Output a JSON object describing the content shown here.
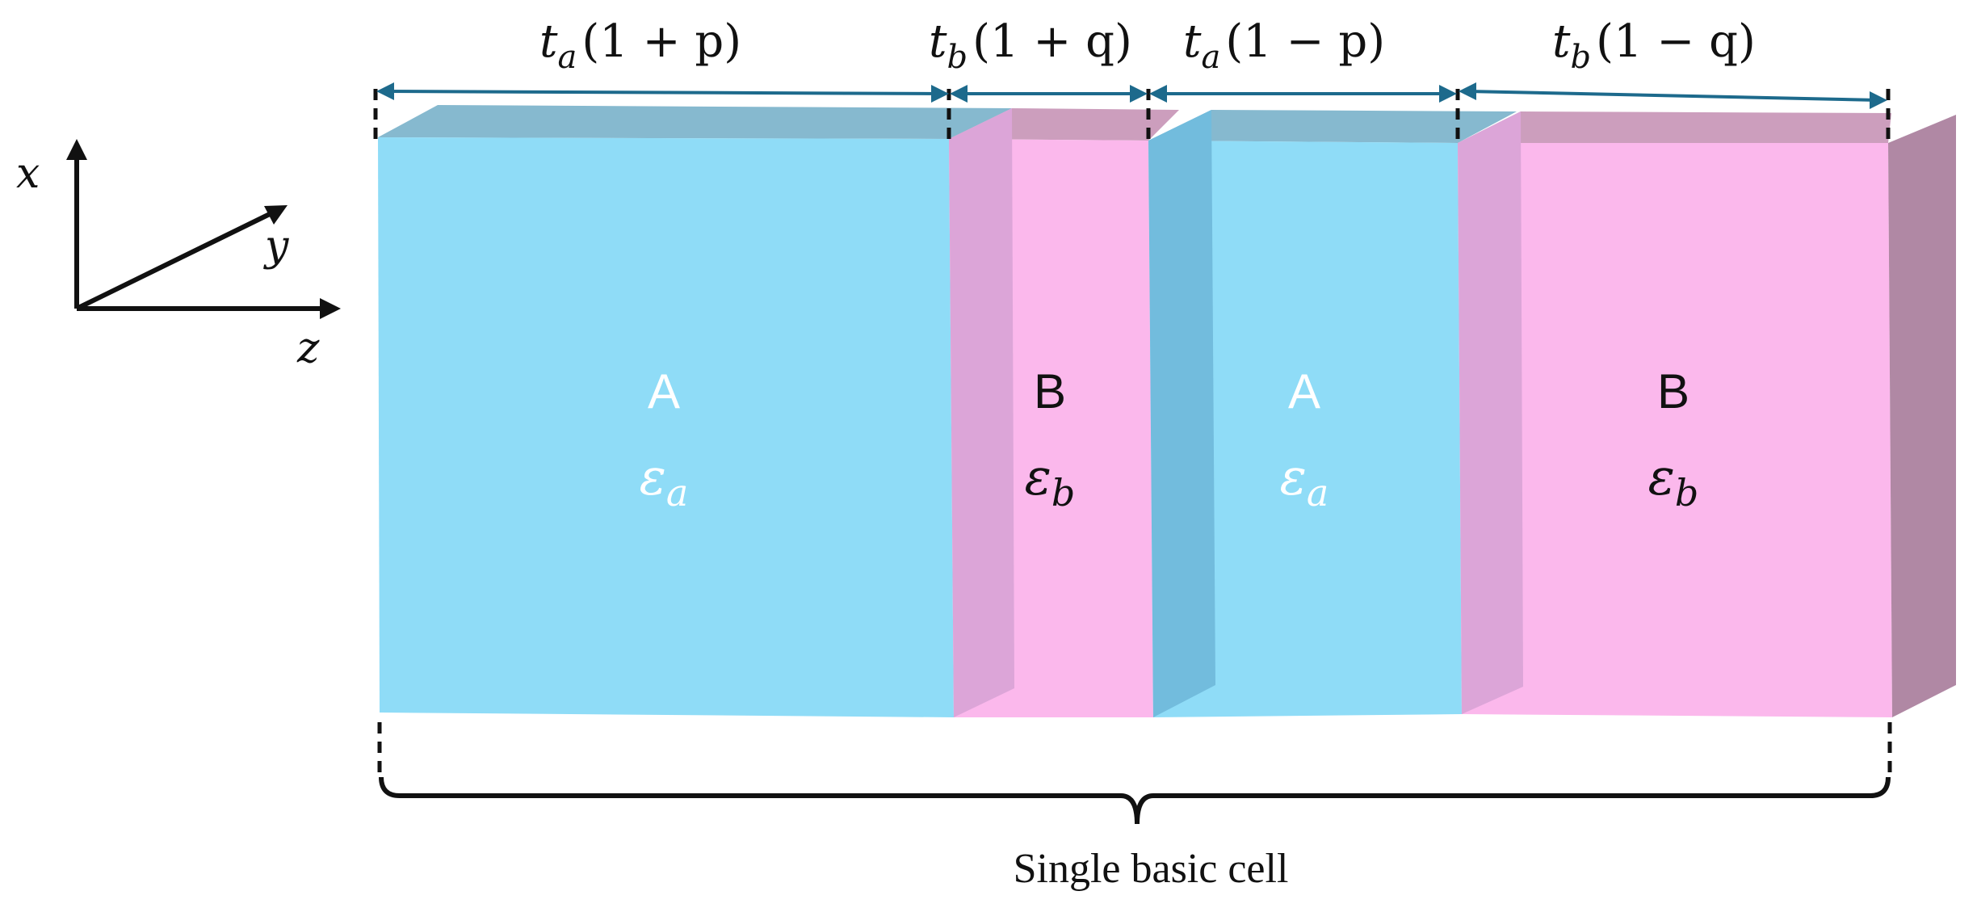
{
  "axes": {
    "x_label": "x",
    "y_label": "y",
    "z_label": "z"
  },
  "dimensions": [
    {
      "base": "t",
      "sub": "a",
      "arg": "(1 + p)"
    },
    {
      "base": "t",
      "sub": "b",
      "arg": "(1 + q)"
    },
    {
      "base": "t",
      "sub": "a",
      "arg": "(1 − p)"
    },
    {
      "base": "t",
      "sub": "b",
      "arg": "(1 − q)"
    }
  ],
  "blocks": [
    {
      "letter": "A",
      "eps": "ε",
      "eps_sub": "a"
    },
    {
      "letter": "B",
      "eps": "ε",
      "eps_sub": "b"
    },
    {
      "letter": "A",
      "eps": "ε",
      "eps_sub": "a"
    },
    {
      "letter": "B",
      "eps": "ε",
      "eps_sub": "b"
    }
  ],
  "caption": "Single basic cell",
  "colors": {
    "material_a_face": "#8fdcf7",
    "material_a_top": "#86b9cf",
    "material_a_side": "#72bcdd",
    "material_b_face": "#fbb8ec",
    "material_b_top": "#cc9ebd",
    "material_b_side": "#dca5d8",
    "material_b_end": "#b088a4",
    "arrow": "#1d6a8c",
    "a_label": "#ffffff",
    "b_label": "#111111"
  }
}
